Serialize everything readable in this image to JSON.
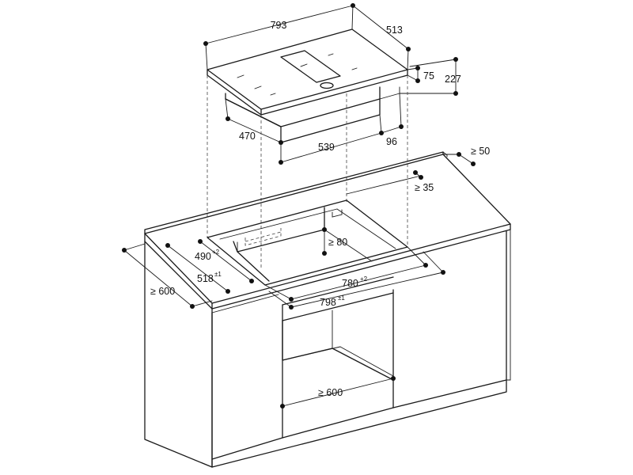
{
  "dimensions": {
    "hob_width": "793",
    "hob_depth": "513",
    "frame_height": "75",
    "total_height": "227",
    "unit_depth": "470",
    "unit_width": "539",
    "unit_offset": "96",
    "min_wall_clearance": "≥ 50",
    "min_rear_edge": "≥ 35",
    "min_under_gap": "≥ 80",
    "cutout_depth": "490",
    "cutout_depth_tol": "+2",
    "recess_depth": "518",
    "recess_depth_tol": "±1",
    "cutout_width": "780",
    "cutout_width_tol": "+2",
    "recess_width": "798",
    "recess_width_tol": "±1",
    "min_worktop_depth": "≥ 600",
    "min_cabinet_width": "≥ 600"
  }
}
